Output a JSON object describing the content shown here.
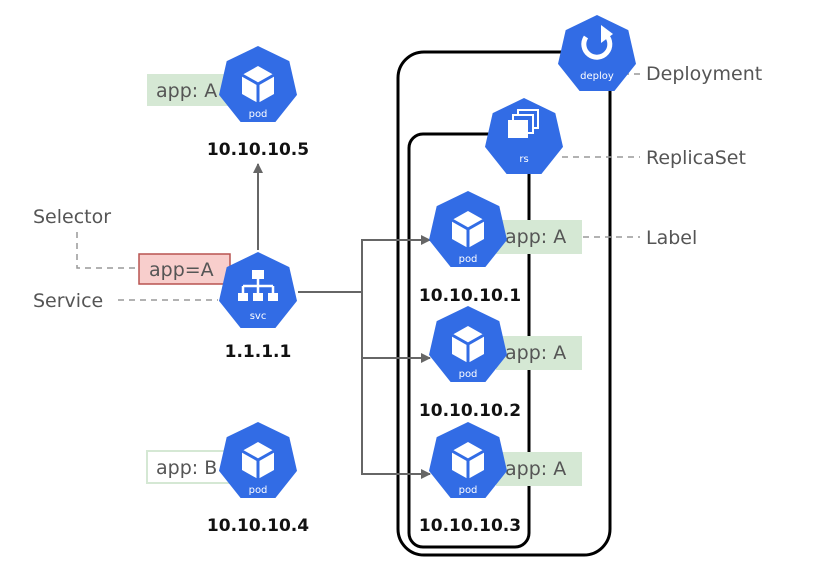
{
  "colors": {
    "k8s_blue": "#326ce5",
    "label_green": "#d5e8d4",
    "selector_red_fill": "#f8cecc",
    "selector_red_border": "#b85450",
    "connector_gray": "#666666",
    "dashed_gray": "#999999",
    "outline_black": "#000000"
  },
  "icons": {
    "deploy": {
      "icon": "rotate-arrow-icon",
      "caption": "deploy"
    },
    "rs": {
      "icon": "stacked-squares-icon",
      "caption": "rs"
    },
    "svc": {
      "icon": "network-tree-icon",
      "caption": "svc"
    },
    "pod": {
      "icon": "cube-icon",
      "caption": "pod"
    }
  },
  "callouts": {
    "deployment": "Deployment",
    "replicaset": "ReplicaSet",
    "label": "Label",
    "selector": "Selector",
    "service": "Service"
  },
  "service": {
    "caption": "svc",
    "ip": "1.1.1.1",
    "selector": "app=A"
  },
  "pods": {
    "top": {
      "caption": "pod",
      "ip": "10.10.10.5",
      "label": "app: A"
    },
    "bottom": {
      "caption": "pod",
      "ip": "10.10.10.4",
      "label": "app: B"
    },
    "rs1": {
      "caption": "pod",
      "ip": "10.10.10.1",
      "label": "app: A"
    },
    "rs2": {
      "caption": "pod",
      "ip": "10.10.10.2",
      "label": "app: A"
    },
    "rs3": {
      "caption": "pod",
      "ip": "10.10.10.3",
      "label": "app: A"
    }
  }
}
